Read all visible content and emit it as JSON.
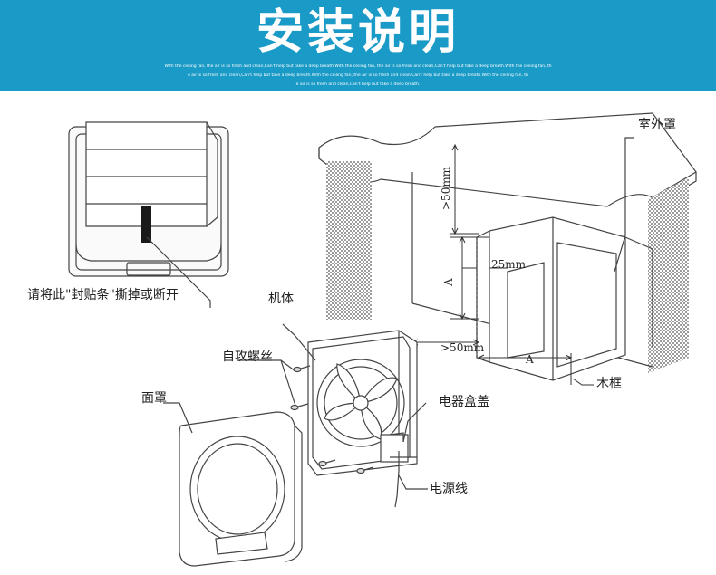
{
  "banner": {
    "title": "安装说明",
    "subtitle_lines": [
      "With the ceiling fan, the air is so fresh and clean,Can't help but take a deep breath.With the ceiling fan, the air is so fresh and clean,Can't help but take a deep breath.With the ceiling fan, th",
      "e air is so fresh and clean,Can't help but take a deep breath.With the ceiling fan, the air is so fresh and clean,Can't help but take a deep breath.With the ceiling fan, th",
      "e air is so fresh and clean,Can't help but take a deep breath."
    ],
    "background_color": "#1a9ac6"
  },
  "labels": {
    "seal_instruction": "请将此\"封贴条\"撕掉或断开",
    "outer_cover": "室外罩",
    "body": "机体",
    "self_tapping_screws": "自攻螺丝",
    "front_cover": "面罩",
    "electrical_box_cover": "电器盒盖",
    "power_cord": "电源线",
    "wood_frame": "木框"
  },
  "dimensions": {
    "vertical_gap": ">50mm",
    "horizontal_gap": ">50mm",
    "offset": "25mm",
    "side_a_vertical": "A",
    "side_a_horizontal": "A"
  }
}
